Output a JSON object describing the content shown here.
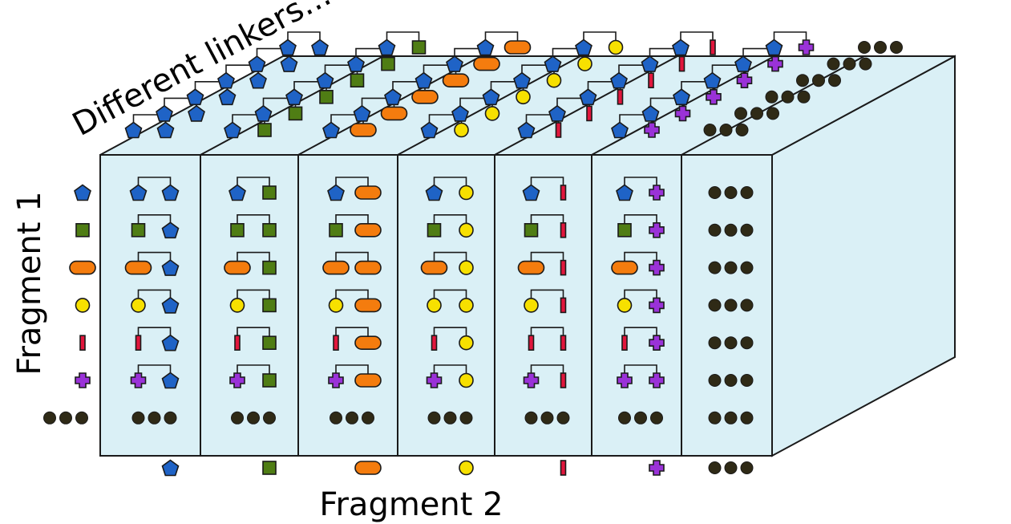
{
  "labels": {
    "depth_axis": "Different linkers...",
    "row_axis": "Fragment 1",
    "column_axis": "Fragment 2"
  },
  "palette": {
    "face": "#daf0f6",
    "edge": "#1a1a1a",
    "pentagon": "#1f63c6",
    "square": "#4f7d14",
    "capsule": "#f47c0e",
    "circle": "#f7e000",
    "bar": "#e1163c",
    "plus": "#9a32d8",
    "ellipsis_dot": "#2f2a16"
  },
  "fragments": [
    "pentagon-icon",
    "square-icon",
    "capsule-icon",
    "circle-icon",
    "bar-icon",
    "plus-icon",
    "ellipsis-icon"
  ],
  "grid": {
    "columns": 7,
    "rows": 7,
    "depth_layers": 6,
    "cell_content": "fragment-1 joined to fragment-2 by a bracket linker; ellipsis row and column shown as three dots"
  }
}
